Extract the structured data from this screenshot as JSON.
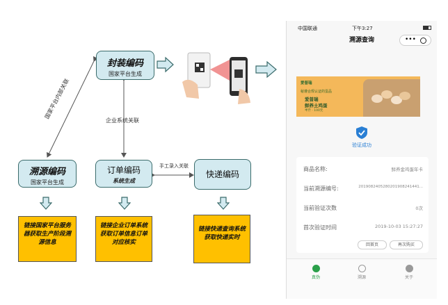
{
  "nodes": {
    "package": {
      "title": "封装编码",
      "sub": "国家平台生成"
    },
    "trace": {
      "title": "溯源编码",
      "sub": "国家平台生成"
    },
    "order": {
      "title": "订单编码",
      "sub": "系统生成"
    },
    "express": {
      "title": "快递编码",
      "sub": ""
    }
  },
  "edges": {
    "national_link": "国家平台内部关联",
    "enterprise_link": "企业系统关联",
    "manual_link": "手工录入关联"
  },
  "outcomes": {
    "trace": "链接国家平台服务器获取生产阶段溯源信息",
    "order": "链接企业订单系统获取订单信息订单对应核实",
    "express": "链接快递查询系统获取快递实时"
  },
  "phone": {
    "status_left": "中国联通",
    "status_time": "下午3:27",
    "nav_title": "溯源查询",
    "capsule_more": "•••",
    "banner_brand": "爱普瑞",
    "banner_line1": "秘遵合规认证的蛋品",
    "banner_line2": "爱普瑞",
    "banner_line3": "鲜养土鸡蛋",
    "banner_line4": "半斤 · 100元",
    "verify_text": "验证成功",
    "rows": [
      {
        "label": "商品名称:",
        "value": "鲜养金鸡蛋年卡"
      },
      {
        "label": "当前溯源编号:",
        "value": "2019082405280201908241441..."
      },
      {
        "label": "当前验证次数",
        "value": "0次"
      },
      {
        "label": "首次验证时间",
        "value": "2019-10-03 15:27:27"
      }
    ],
    "btn_home": "回首页",
    "btn_buy": "再次购买",
    "tabs": [
      "真伪",
      "溯源",
      "关于"
    ]
  }
}
